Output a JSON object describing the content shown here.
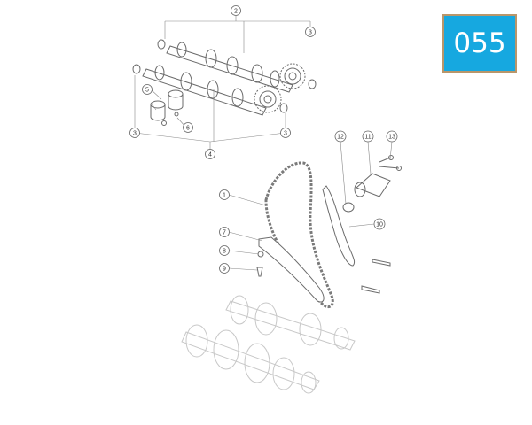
{
  "badge": {
    "code": "055",
    "color": "#16a8e0",
    "border": "#b9966a"
  },
  "diagram": {
    "line_color": "#555555",
    "part_fill": "#ffffff",
    "callouts": [
      {
        "label": "1"
      },
      {
        "label": "2"
      },
      {
        "label": "3"
      },
      {
        "label": "3"
      },
      {
        "label": "3"
      },
      {
        "label": "3"
      },
      {
        "label": "4"
      },
      {
        "label": "5"
      },
      {
        "label": "6"
      },
      {
        "label": "7"
      },
      {
        "label": "8"
      },
      {
        "label": "9"
      },
      {
        "label": "10"
      },
      {
        "label": "11"
      },
      {
        "label": "12"
      },
      {
        "label": "13"
      }
    ]
  }
}
